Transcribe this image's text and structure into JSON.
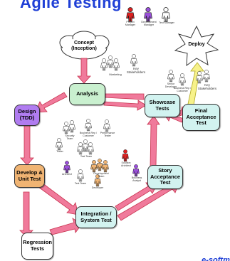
{
  "title": "Agile Testing",
  "logo_text": "e-softma",
  "stages": {
    "concept": "Concept (Inception)",
    "analysis": "Analysis",
    "design": "Design (TDD)",
    "develop": "Develop & Unit Test",
    "regression": "Regression Tests",
    "integration": "Integration / System Test",
    "story": "Story Acceptance Test",
    "showcase": "Showcase Tests",
    "final": "Final Acceptance Test",
    "deploy": "Deploy"
  },
  "roles": {
    "project_manager": "Project Manager",
    "development_manager": "Development Manager",
    "test_manager": "Test Manager",
    "marketing": "Marketing",
    "key_stakeholders_top": "Key Stakeholders",
    "key_stakeholders_right": "Key Stakeholders",
    "senior_developer": "Senior Developer",
    "business_rep_customer_right": "Business Rep / Customer",
    "security_team": "Security Team",
    "business_rep_customer_center": "Business Rep / Customer",
    "performance_tester": "Performance Tester",
    "tester": "Tester",
    "test_team": "Test Team",
    "solution_architect": "Solution Architect",
    "architect": "Architect",
    "development_team": "Development Team",
    "business_analyst": "Business Analyst",
    "test_team_sub": "Test Team",
    "developer": "Developer"
  },
  "colors": {
    "title": "#1f3fd6",
    "arrow_fill": "#f07a9b",
    "arrow_stroke": "#c8334f",
    "analysis_box": "#c9f0cf",
    "design_box": "#b07cf0",
    "develop_box": "#f0b473",
    "teal_boxes": "#d2f3f0",
    "regression_box": "#ffffff",
    "deploy_star": "#ffffff",
    "final_arrow": "#f7f28a"
  }
}
